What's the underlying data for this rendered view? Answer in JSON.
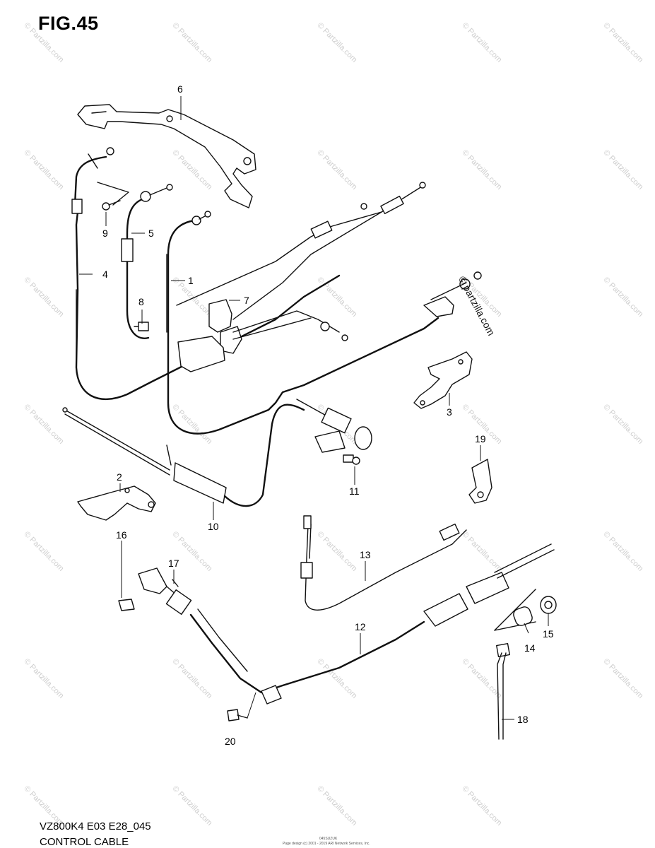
{
  "figure": {
    "title": "FIG.45",
    "model_code": "VZ800K4 E03 E28_045",
    "section_name": "CONTROL CABLE"
  },
  "watermark": {
    "text": "© Partzilla.com",
    "main_text": "© partzilla.com"
  },
  "footer": {
    "small_code": "045SUZUK",
    "copyright": "Page design (c) 2001 - 2019 ARI Network Services, Inc."
  },
  "callouts": [
    {
      "id": "c1",
      "label": "1"
    },
    {
      "id": "c2",
      "label": "2"
    },
    {
      "id": "c3",
      "label": "3"
    },
    {
      "id": "c4",
      "label": "4"
    },
    {
      "id": "c5",
      "label": "5"
    },
    {
      "id": "c6",
      "label": "6"
    },
    {
      "id": "c7",
      "label": "7"
    },
    {
      "id": "c8",
      "label": "8"
    },
    {
      "id": "c9",
      "label": "9"
    },
    {
      "id": "c10",
      "label": "10"
    },
    {
      "id": "c11",
      "label": "11"
    },
    {
      "id": "c12",
      "label": "12"
    },
    {
      "id": "c13",
      "label": "13"
    },
    {
      "id": "c14",
      "label": "14"
    },
    {
      "id": "c15",
      "label": "15"
    },
    {
      "id": "c16",
      "label": "16"
    },
    {
      "id": "c17",
      "label": "17"
    },
    {
      "id": "c18",
      "label": "18"
    },
    {
      "id": "c19",
      "label": "19"
    },
    {
      "id": "c20",
      "label": "20"
    }
  ]
}
